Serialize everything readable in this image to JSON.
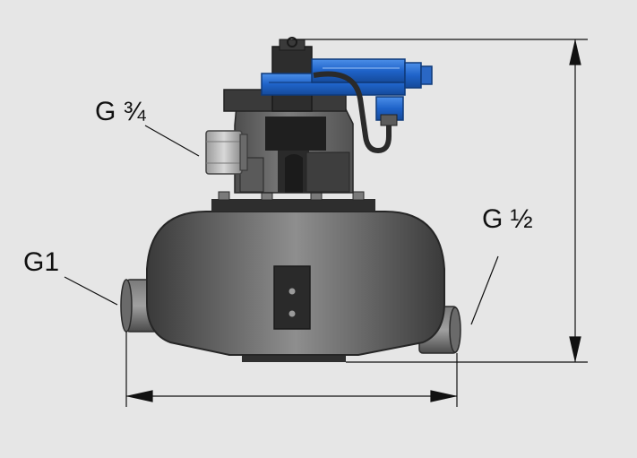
{
  "labels": {
    "g_three_quarter": "G ¾",
    "g_one": "G1",
    "g_half": "G ½"
  },
  "colors": {
    "background": "#e6e6e6",
    "body_dark": "#2b2b2b",
    "body_mid": "#5e5e5e",
    "body_light": "#8a8a8a",
    "actuator_blue": "#1f63c9",
    "actuator_blue_light": "#4c8fe8",
    "dimension_line": "#111111"
  },
  "icons": {
    "dimension_arrow": "arrow-icon"
  }
}
